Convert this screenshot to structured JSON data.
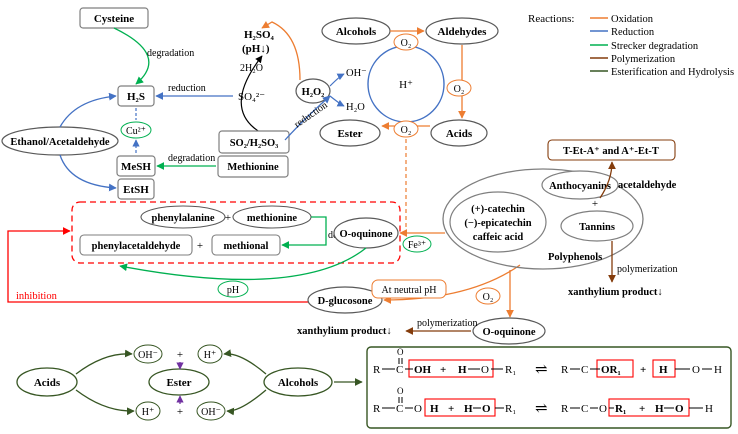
{
  "legend": {
    "title": "Reactions:",
    "items": [
      {
        "label": "Oxidation",
        "color": "#ed7d31"
      },
      {
        "label": "Reduction",
        "color": "#4472c4"
      },
      {
        "label": "Strecker degradation",
        "color": "#00b050"
      },
      {
        "label": "Polymerization",
        "color": "#843c0c"
      },
      {
        "label": "Esterification and Hydrolysis",
        "color": "#375623"
      }
    ]
  },
  "sulfur": {
    "cysteine": "Cysteine",
    "degradation1": "degradation",
    "h2s": "H₂S",
    "reduction1": "reduction",
    "so4": "SO₄²⁻",
    "h2so4": "H₂SO₄",
    "ph_down": "(pH↓)",
    "water2": "2H₂O",
    "cu": "Cu²⁺",
    "ethanol": "Ethanol/Acetaldehyde",
    "so2": "SO₂/H₂SO₃",
    "mesh": "MeSH",
    "degradation2": "degradation",
    "methionine": "Methionine",
    "etsh": "EtSH"
  },
  "cycle": {
    "h2o2": "H₂O₂",
    "oh": "OH⁻",
    "h2o": "H₂O",
    "reduction": "reduction",
    "alcohols": "Alcohols",
    "aldehydes": "Aldehydes",
    "ester": "Ester",
    "acids": "Acids",
    "hplus": "H⁺",
    "o2a": "O₂",
    "o2b": "O₂",
    "o2c": "O₂"
  },
  "strecker": {
    "phenylalanine": "phenylalanine",
    "plus1": "+",
    "methionine": "methionine",
    "degradation": "degradation",
    "phenylacetaldehyde": "phenylacetaldehyde",
    "plus2": "+",
    "methional": "methional",
    "oquinone": "O-oquinone",
    "fe": "Fe³⁺",
    "ph": "pH",
    "inhibition": "inhibition",
    "dglucosone": "D-glucosone",
    "neutral": "At neutral pH"
  },
  "polyphenols": {
    "catechin": "(+)-catechin",
    "epicatechin": "(−)-epicatechin",
    "caffeic": "caffeic acid",
    "anthocyanins": "Anthocyanins",
    "plus": "+",
    "tannins": "Tannins",
    "label": "Polyphenols",
    "tet": "T-Et-A⁺ and A⁺-Et-T",
    "acetaldehyde": "acetaldehyde",
    "polymerization1": "polymerization",
    "xanth1": "xanthylium product↓",
    "o2": "O₂",
    "oquinone2": "O-oquinone",
    "polymerization2": "polymerization",
    "xanth2": "xanthylium product↓"
  },
  "ester": {
    "acids": "Acids",
    "alcohols": "Alcohols",
    "ester": "Ester",
    "oh1": "OH⁻",
    "h1": "H⁺",
    "h2": "H⁺",
    "oh2": "OH⁻",
    "plus1": "+",
    "plus2": "+"
  },
  "equations": {
    "r1": "R",
    "c1": "C",
    "o1": "O",
    "oh": "OH",
    "plus1": "+",
    "h1": "H",
    "o1b": "O",
    "r1b": "R₁",
    "arrow1": "⇌",
    "r1c": "R",
    "c1c": "C",
    "or1": "OR₁",
    "plus2": "+",
    "h2": "H",
    "o2": "O",
    "h3": "H",
    "r2": "R",
    "c2": "C",
    "o2top": "O",
    "o2s": "O",
    "h4": "H",
    "plus3": "+",
    "h5": "H",
    "o3": "O",
    "r2b": "R₁",
    "arrow2": "⇌",
    "r2c": "R",
    "c2c": "C",
    "o2c": "O",
    "r2d": "R₁",
    "plus4": "+",
    "h6": "H",
    "o4": "O",
    "h7": "H"
  }
}
